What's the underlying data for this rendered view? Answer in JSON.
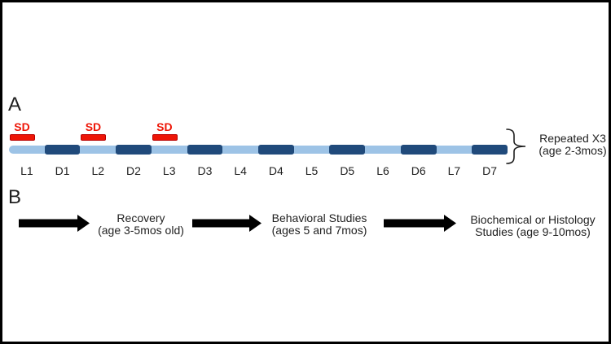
{
  "panel_a": {
    "label": "A",
    "timeline": {
      "segments": [
        {
          "label": "L1",
          "type": "light",
          "sd": "SD"
        },
        {
          "label": "D1",
          "type": "dark"
        },
        {
          "label": "L2",
          "type": "light",
          "sd": "SD"
        },
        {
          "label": "D2",
          "type": "dark"
        },
        {
          "label": "L3",
          "type": "light",
          "sd": "SD"
        },
        {
          "label": "D3",
          "type": "dark"
        },
        {
          "label": "L4",
          "type": "light"
        },
        {
          "label": "D4",
          "type": "dark"
        },
        {
          "label": "L5",
          "type": "light"
        },
        {
          "label": "D5",
          "type": "dark"
        },
        {
          "label": "L6",
          "type": "light"
        },
        {
          "label": "D6",
          "type": "dark"
        },
        {
          "label": "L7",
          "type": "light"
        },
        {
          "label": "D7",
          "type": "dark"
        }
      ]
    },
    "bracket_annotation": {
      "line1": "Repeated X3",
      "line2": "(age 2-3mos)"
    }
  },
  "panel_b": {
    "label": "B",
    "steps": [
      {
        "line1": "Recovery",
        "line2": "(age 3-5mos old)"
      },
      {
        "line1": "Behavioral Studies",
        "line2": "(ages 5 and 7mos)"
      },
      {
        "line1": "Biochemical or Histology",
        "line2": "Studies (age 9-10mos)"
      }
    ]
  },
  "colors": {
    "light_segment": "#9DC3E6",
    "dark_segment": "#204A7B",
    "sd_red": "#EE1607",
    "arrow_black": "#000000"
  }
}
